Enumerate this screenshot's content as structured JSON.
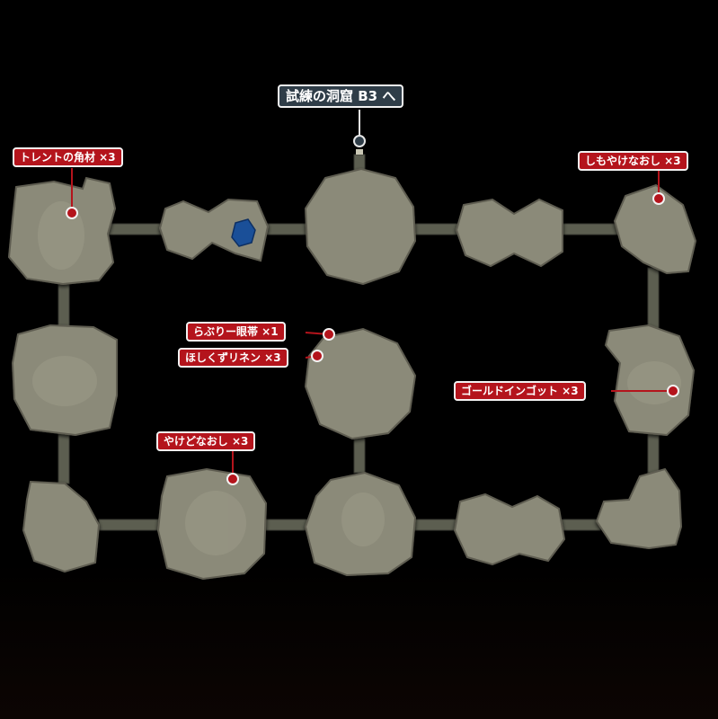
{
  "map": {
    "exit": {
      "label": "試練の洞窟 B3 へ",
      "color": "#2f3d48"
    },
    "items": [
      {
        "id": "trent-lumber",
        "label": "トレントの角材 ×3"
      },
      {
        "id": "shimoyake-naoshi",
        "label": "しもやけなおし ×3"
      },
      {
        "id": "rabbit-eyepatch",
        "label": "らぶりー眼帯 ×1"
      },
      {
        "id": "dried-linen",
        "label": "ほしくずリネン ×3"
      },
      {
        "id": "gold-ingot",
        "label": "ゴールドインゴット ×3"
      },
      {
        "id": "yakedo-naoshi",
        "label": "やけどなおし ×3"
      }
    ],
    "colors": {
      "background": "#000000",
      "room_fill": "#8b8a79",
      "room_edge": "#5e5d51",
      "corridor": "#5c5e50",
      "water": "#1a4f98",
      "marker_red": "#b4141c",
      "marker_border": "#f2f2f2"
    }
  }
}
